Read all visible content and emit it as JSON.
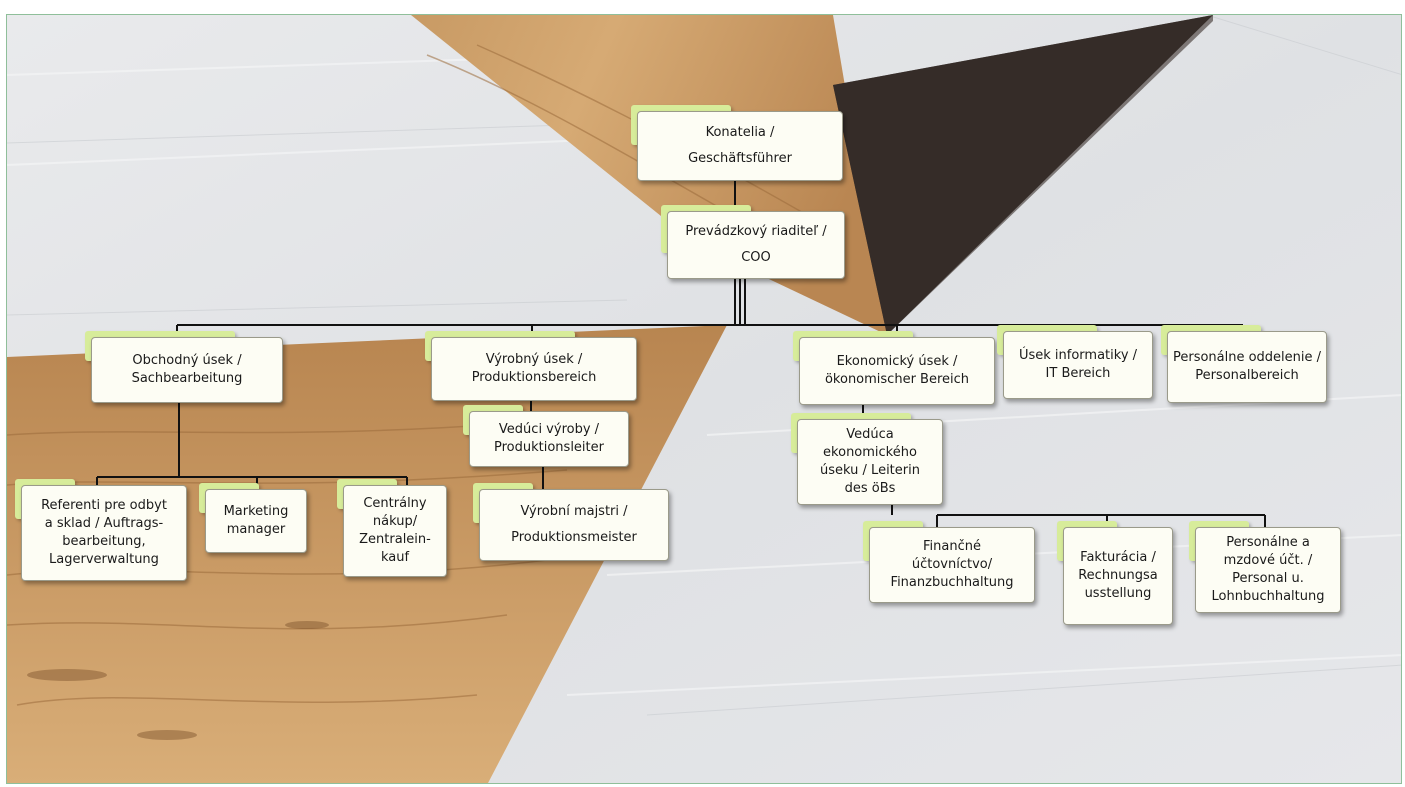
{
  "diagram": {
    "colors": {
      "box_fill": "#fdfdf4",
      "tab_fill": "#d7ec9a",
      "connector": "#111111"
    },
    "nodes": {
      "ceo": "Konatelia /\nGeschäftsführer",
      "coo": "Prevádzkový riaditeľ /\nCOO",
      "sales": "Obchodný úsek /\nSachbearbeitung",
      "production": "Výrobný úsek /\nProduktionsbereich",
      "economic": "Ekonomický úsek /\nökonomischer Bereich",
      "it": "Úsek informatiky /\nIT Bereich",
      "hr": "Personálne oddelenie /\nPersonalbereich",
      "sales_ref": "Referenti pre odbyt\na sklad / Auftrags-\nbearbeitung,\nLagerverwaltung",
      "marketing": "Marketing\nmanager",
      "purchasing": "Centrálny\nnákup/\nZentralein-\nkauf",
      "prod_head": "Vedúci výroby /\nProduktionsleiter",
      "prod_master": "Výrobní majstri /\nProduktionsmeister",
      "econ_head": "Vedúca\nekonomického\núseku / Leiterin\ndes öBs",
      "finance": "Finančné\núčtovníctvo/\nFinanzbuchhaltung",
      "invoicing": "Fakturácia /\nRechnungsa\nusstellung",
      "payroll": "Personálne a\nmzdové účt. /\nPersonal u.\nLohnbuchhaltung"
    }
  }
}
